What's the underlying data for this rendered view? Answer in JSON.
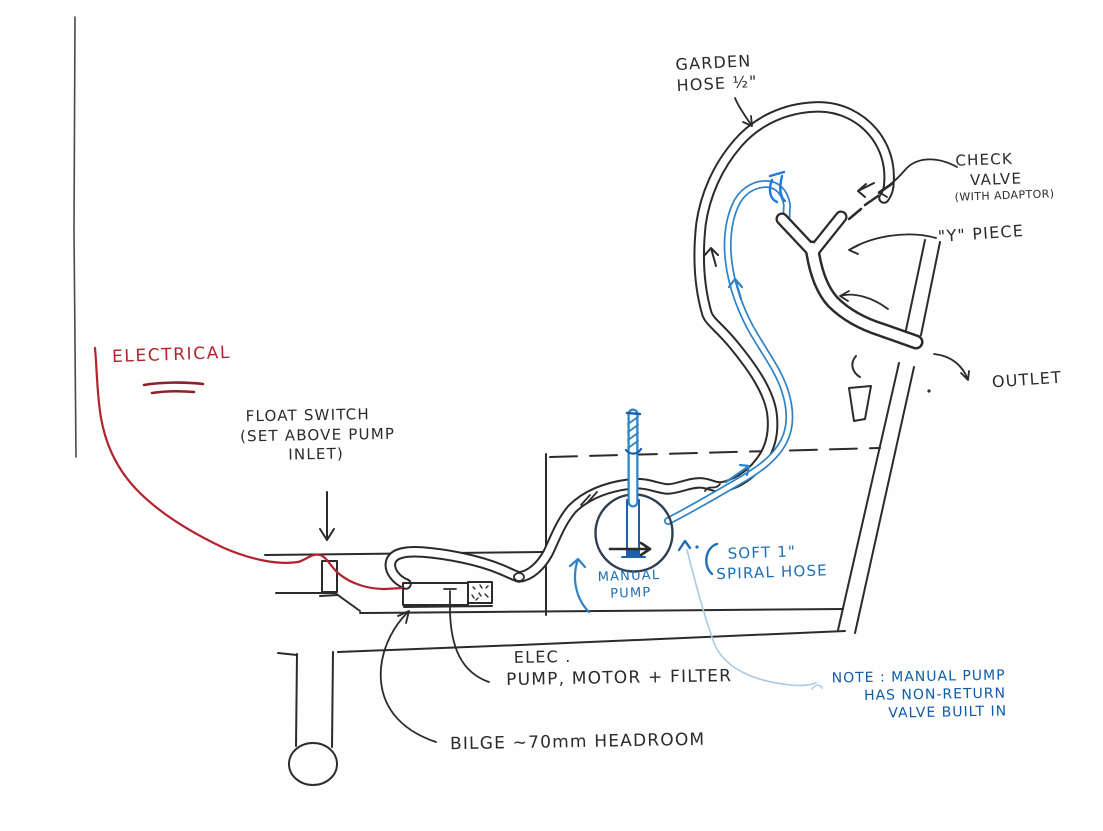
{
  "labels": {
    "garden_hose": {
      "l1": "GARDEN",
      "l2": "HOSE ½\""
    },
    "check_valve": {
      "l1": "CHECK",
      "l2": "VALVE",
      "l3": "(WITH ADAPTOR)"
    },
    "y_piece": {
      "text": "\"Y\" PIECE"
    },
    "outlet": {
      "text": "OUTLET"
    },
    "electrical": {
      "text": "ELECTRICAL"
    },
    "float_switch": {
      "l1": "FLOAT SWITCH",
      "l2": "(SET ABOVE PUMP",
      "l3": "INLET)"
    },
    "manual_pump": {
      "l1": "MANUAL",
      "l2": "PUMP"
    },
    "soft_hose": {
      "l1": "SOFT 1\"",
      "l2": "SPIRAL HOSE"
    },
    "elec_pump": {
      "l1": "ELEC .",
      "l2": "PUMP, MOTOR + FILTER"
    },
    "bilge": {
      "text": "BILGE ~70mm HEADROOM"
    },
    "note": {
      "l1": "NOTE : MANUAL PUMP",
      "l2": "HAS NON-RETURN",
      "l3": "VALVE BUILT IN"
    }
  },
  "colors": {
    "ink": "#2b2b2b",
    "blue_label": "#1e6fb5",
    "hose_blue": "#2f83c5",
    "light_blue": "#a9cbe3",
    "red": "#b3232e",
    "note_blue": "#0f5ca8"
  }
}
